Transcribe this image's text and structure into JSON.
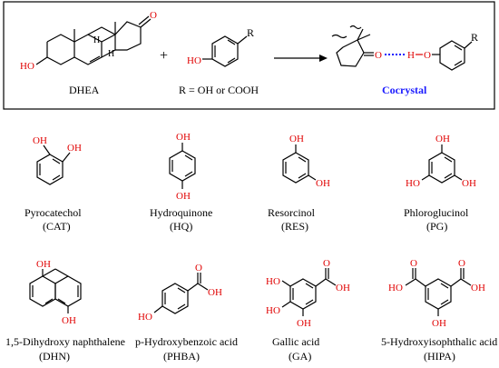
{
  "reaction": {
    "reactant1": "DHEA",
    "plus": "+",
    "condition": "R = OH or COOH",
    "product": "Cocrystal",
    "atom_R": "R",
    "atom_HO": "HO",
    "atom_O": "O",
    "atom_H": "H",
    "atom_H_bond": "H",
    "bond_o": "O",
    "bond_h": "H"
  },
  "compounds": [
    {
      "name": "Pyrocatechol",
      "abbr": "(CAT)"
    },
    {
      "name": "Hydroquinone",
      "abbr": "(HQ)"
    },
    {
      "name": "Resorcinol",
      "abbr": "(RES)"
    },
    {
      "name": "Phloroglucinol",
      "abbr": "(PG)"
    },
    {
      "name": "1,5-Dihydroxy naphthalene",
      "abbr": "(DHN)"
    },
    {
      "name": "p-Hydroxybenzoic acid",
      "abbr": "(PHBA)"
    },
    {
      "name": "Gallic acid",
      "abbr": "(GA)"
    },
    {
      "name": "5-Hydroxyisophthalic acid",
      "abbr": "(HIPA)"
    }
  ],
  "atoms": {
    "OH": "OH",
    "HO": "HO",
    "O": "O"
  },
  "colors": {
    "heteroatom": "#e00000",
    "cocrystal": "#1a1aff",
    "hbond": "#1a1aff"
  }
}
